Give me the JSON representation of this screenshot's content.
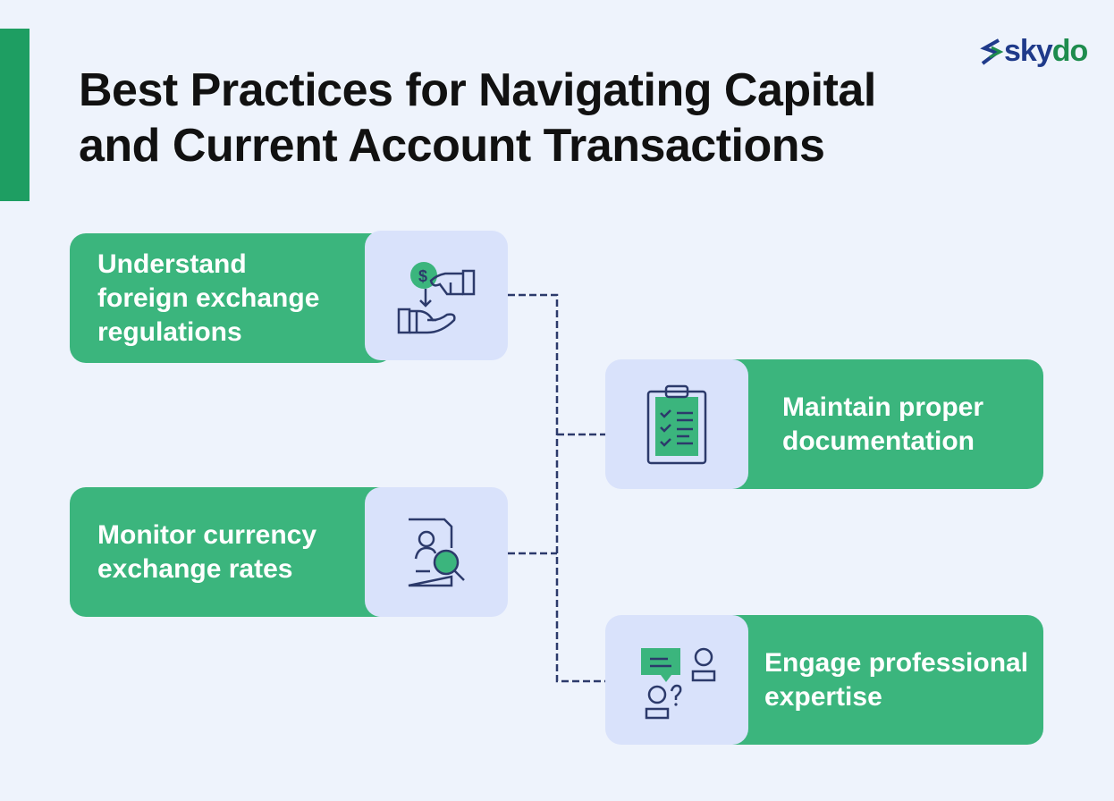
{
  "title": {
    "line1": "Best Practices for Navigating Capital",
    "line2": "and Current Account Transactions"
  },
  "logo": {
    "text_a": "sky",
    "text_b": "do"
  },
  "colors": {
    "green": "#3bb57d",
    "accent": "#1e9e62",
    "icon_bg": "#d9e2fb",
    "navy": "#2c3a6b",
    "background": "#eef3fc"
  },
  "items": [
    {
      "label": "Understand foreign exchange regulations",
      "icon": "money-exchange-icon"
    },
    {
      "label": "Maintain proper documentation",
      "icon": "clipboard-checklist-icon"
    },
    {
      "label": "Monitor currency exchange rates",
      "icon": "document-search-icon"
    },
    {
      "label": "Engage professional expertise",
      "icon": "consultation-icon"
    }
  ]
}
